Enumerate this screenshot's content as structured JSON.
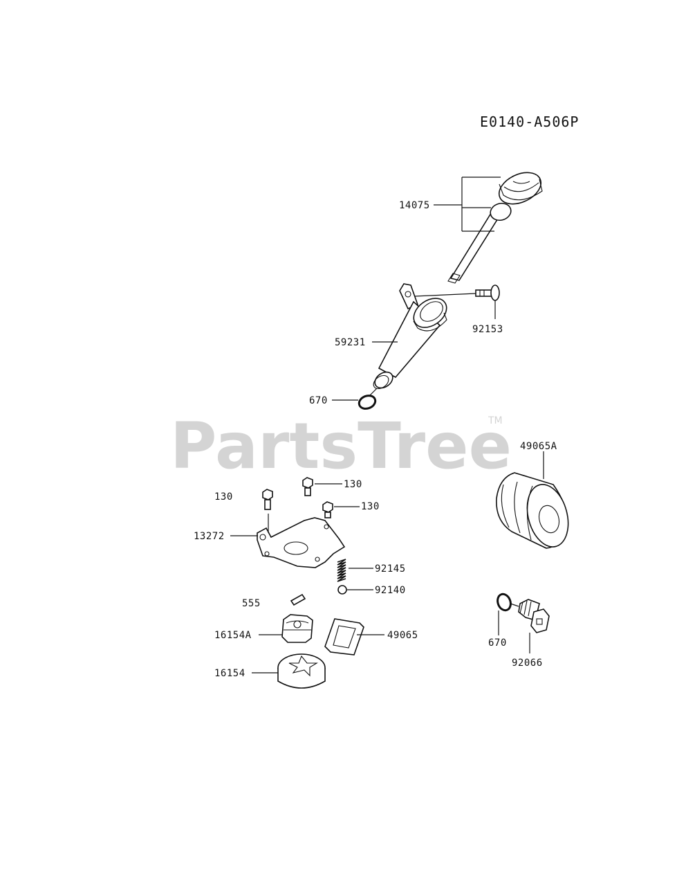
{
  "diagram_code": "E0140-A506P",
  "watermark": {
    "text": "PartsTree",
    "tm": "TM"
  },
  "labels": {
    "l14075": "14075",
    "l92153": "92153",
    "l59231": "59231",
    "l670a": "670",
    "l49065A": "49065A",
    "l130a": "130",
    "l130b": "130",
    "l130c": "130",
    "l13272": "13272",
    "l92145": "92145",
    "l92140": "92140",
    "l555": "555",
    "l16154A": "16154A",
    "l49065": "49065",
    "l16154": "16154",
    "l670b": "670",
    "l92066": "92066"
  }
}
